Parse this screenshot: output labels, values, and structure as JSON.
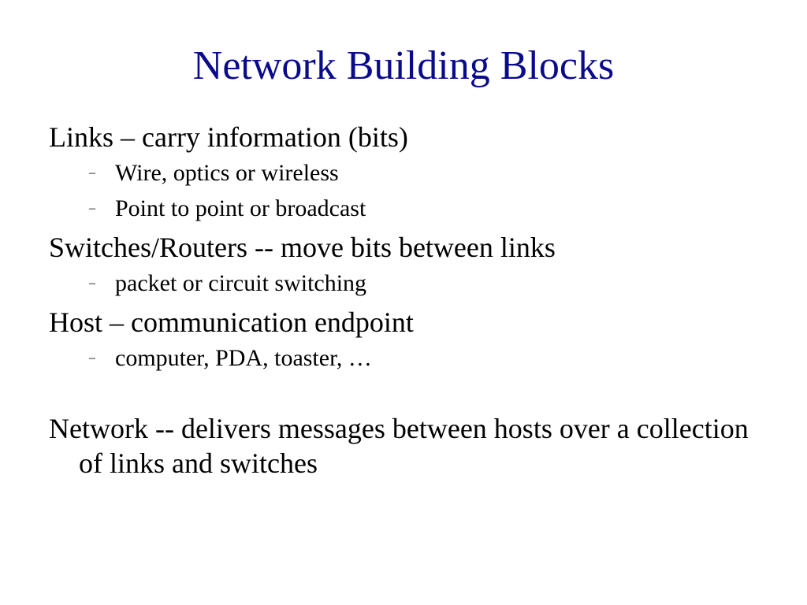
{
  "slide": {
    "title": "Network Building Blocks",
    "title_color": "#0a0a8c",
    "bullet_dash": "–",
    "items": [
      {
        "text": "Links – carry information (bits)",
        "sub": [
          "Wire, optics or wireless",
          "Point to point or broadcast"
        ]
      },
      {
        "text": "Switches/Routers -- move bits between links",
        "sub": [
          "packet or circuit switching"
        ]
      },
      {
        "text": "Host – communication endpoint",
        "sub": [
          "computer, PDA, toaster, …"
        ]
      },
      {
        "text": "Network -- delivers messages between hosts over a collection of links and switches",
        "sub": []
      }
    ]
  }
}
